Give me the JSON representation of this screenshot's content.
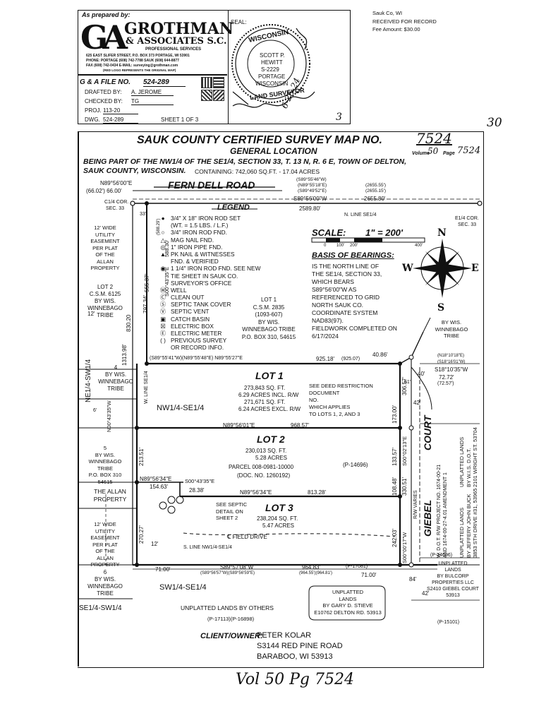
{
  "header": {
    "prepared_by": "As prepared by:",
    "logo_letters": "GA",
    "firm_name_1": "GROTHMAN",
    "firm_name_2": "& ASSOCIATES S.C.",
    "firm_sub": "PROFESSIONAL SERVICES",
    "addr1": "625 EAST SLIFER STREET, P.O. BOX 373 PORTAGE, WI 53901",
    "addr2": "PHONE: PORTAGE (608) 742-7788 SAUK (608) 644-8877",
    "addr3": "FAX (608) 742-0434 E-MAIL: surveying@grothman.com",
    "addr4": "(RED LOGO REPRESENTS THE ORIGINAL MAP)",
    "file_label": "G & A FILE NO.",
    "file_no": "524-289",
    "drafted_label": "DRAFTED BY:",
    "drafted_by": "A. JEROME",
    "checked_label": "CHECKED BY:",
    "checked_by": "TG",
    "proj_label": "PROJ.",
    "proj": "113-20",
    "dwg_label": "DWG.",
    "dwg": "524-289",
    "sheet": "SHEET 1 OF 3"
  },
  "seal": {
    "label": "SEAL:",
    "ring_top": "WISCONSIN",
    "ring_bottom": "LAND SURVEYOR",
    "name": "SCOTT P.",
    "surname": "HEWITT",
    "number": "S-2229",
    "city": "PORTAGE",
    "state": "WISCONSIN",
    "signed_date": "6-26-24",
    "mark_3": "3",
    "mark_30": "30"
  },
  "recording": {
    "county": "Sauk Co, WI",
    "received": "RECEIVED FOR RECORD",
    "fee": "Fee Amount: $30.00"
  },
  "title": {
    "main": "SAUK COUNTY CERTIFIED SURVEY MAP NO.",
    "csm_no": "7524",
    "sub": "GENERAL LOCATION",
    "volume_label": "Volume",
    "volume": "50",
    "page_label": "Page",
    "page": "7524",
    "desc1": "BEING PART OF THE NW1/4 OF THE SE1/4, SECTION 33, T. 13 N, R. 6 E, TOWN OF DELTON,",
    "desc2a": "SAUK COUNTY, WISCONSIN.",
    "desc2b": "CONTAINING: 742,060 SQ.FT. - 17.04 ACRES"
  },
  "legend": {
    "title": "LEGEND",
    "items": [
      {
        "sym": "●",
        "text": "3/4\" X 18\" IRON ROD SET"
      },
      {
        "sym": "",
        "text": "(WT. = 1.5 LBS. / L.F.)"
      },
      {
        "sym": "○",
        "text": "3/4\" IRON ROD FND."
      },
      {
        "sym": "△",
        "text": "MAG NAIL FND."
      },
      {
        "sym": "◎",
        "text": "1\" IRON PIPE FND."
      },
      {
        "sym": "▲",
        "text": "PK NAIL & WITNESSES"
      },
      {
        "sym": "",
        "text": "FND. & VERIFIED"
      },
      {
        "sym": "◉",
        "text": "1 1/4\" IRON ROD FND. SEE NEW"
      },
      {
        "sym": "",
        "text": "TIE SHEET IN SAUK CO."
      },
      {
        "sym": "",
        "text": "SURVEYOR'S OFFICE"
      },
      {
        "sym": "Ⓦ",
        "text": "WELL"
      },
      {
        "sym": "Ⓒ",
        "text": "CLEAN OUT"
      },
      {
        "sym": "Ⓢ",
        "text": "SEPTIC TANK COVER"
      },
      {
        "sym": "Ⓥ",
        "text": "SEPTIC VENT"
      },
      {
        "sym": "▣",
        "text": "CATCH BASIN"
      },
      {
        "sym": "☒",
        "text": "ELECTRIC BOX"
      },
      {
        "sym": "Ⓔ",
        "text": "ELECTRIC METER"
      },
      {
        "sym": "( )",
        "text": "PREVIOUS SURVEY"
      },
      {
        "sym": "",
        "text": "OR RECORD INFO."
      }
    ]
  },
  "scale": {
    "label": "SCALE:",
    "value": "1\" = 200'",
    "ticks": [
      "0",
      "100'",
      "200'",
      "400'"
    ]
  },
  "basis": {
    "title": "BASIS OF BEARINGS:",
    "lines": [
      "IS THE NORTH LINE OF",
      "THE SE1/4, SECTION 33,",
      "WHICH BEARS",
      "S89°56'00\"W AS",
      "REFERENCED TO GRID",
      "NORTH SAUK CO.",
      "COORDINATE SYSTEM",
      "NAD83(97)."
    ],
    "fieldwork": "FIELDWORK COMPLETED ON",
    "fieldwork_date": "6/17/2024"
  },
  "compass": {
    "n": "N",
    "s": "S",
    "e": "E",
    "w": "W"
  },
  "map_labels": {
    "road": "FERN DELL ROAD",
    "c14": "C1/4 COR.",
    "c14b": "SEC. 33",
    "e14": "E1/4 COR.",
    "e14b": "SEC. 33",
    "n_line": "N. LINE SE1/4",
    "top_brg": "N89°56'00\"E",
    "top_prev": "(66.02') 66.00'",
    "brg1": "(S89°55'46\"W)",
    "brg2": "(N89°55'18\"E)",
    "brg3": "(S89°49'52\"E)",
    "brg4": "S89°56'00\"W",
    "d1": "(2655.55')",
    "d2": "(2655.15')",
    "d3": "2655.80'",
    "d4": "2589.80'",
    "lot1": "LOT 1",
    "lot1_a": "273,843 SQ. FT.",
    "lot1_b": "6.29 ACRES INCL. R/W",
    "lot1_c": "271,671 SQ. FT.",
    "lot1_d": "6.24 ACRES EXCL. R/W",
    "lot2": "LOT 2",
    "lot2_a": "230,013 SQ. FT.",
    "lot2_b": "5.28 ACRES",
    "lot2_c": "PARCEL 008-0981-10000",
    "lot2_d": "(DOC. NO. 1260192)",
    "lot3": "LOT 3",
    "lot3_a": "238,204 SQ. FT.",
    "lot3_b": "5.47 ACRES",
    "restriction": [
      "SEE DEED RESTRICTION",
      "DOCUMENT",
      "NO.",
      "WHICH APPLIES",
      "TO LOTS 1, 2, AND 3"
    ],
    "csm2835": [
      "LOT 1",
      "C.S.M. 2835",
      "(1093-607)",
      "BY WIS.",
      "WINNEBAGO TRIBE",
      "P.O. BOX 310, 54615"
    ],
    "lot2_csm": [
      "LOT 2",
      "C.S.M. 6125",
      "BY WIS.",
      "WINNEBAGO",
      "TRIBE"
    ],
    "easement1": [
      "12' WIDE",
      "UTILITY",
      "EASEMENT",
      "PER PLAT",
      "OF THE",
      "ALLAN",
      "PROPERTY"
    ],
    "easement2": [
      "12' WIDE",
      "UTILITY",
      "EASEMENT",
      "PER PLAT",
      "OF THE",
      "ALLAN",
      "PROPERTY"
    ],
    "lot4": [
      "4",
      "BY WIS.",
      "WINNEBAGO",
      "TRIBE"
    ],
    "lot5": [
      "5",
      "BY WIS.",
      "WINNEBAGO",
      "TRIBE",
      "P.O. BOX 310",
      "54615"
    ],
    "lot6": [
      "6",
      "BY WIS.",
      "WINNEBAGO",
      "TRIBE"
    ],
    "allan": [
      "THE ALLAN",
      "PROPERTY"
    ],
    "ne_sw": "NE1/4-SW1/4",
    "se_sw": "SE1/4-SW1/4",
    "nw_se": "NW1/4-SE1/4",
    "sw_se": "SW1/4-SE1/4",
    "w_line": "W. LINE SE1/4",
    "s_line": "S. LINE NW1/4-SE1/4",
    "field_drive": "℄ FIELD DRIVE",
    "septic_note": [
      "SEE SEPTIC",
      "DETAIL ON",
      "SHEET 2"
    ],
    "lot1_s_brg": "N89°56'01\"E",
    "lot1_s_dist": "968.57'",
    "lot1_n_brg": "(S89°55'41\"W)(N89°55'48\"E) N89°55'27\"E",
    "lot1_n_dist": "925.18'",
    "lot1_n_prev": "(925.07)",
    "lot2_brg1": "N89°56'34\"E",
    "lot2_d1": "154.63'",
    "lot2_brg2": "S00°43'35\"E",
    "lot2_d2": "28.38'",
    "lot2_brg3": "N89°56'34\"E",
    "lot2_d3": "813.28'",
    "bottom_brg": "S89°57'08\"W",
    "bottom_dist": "964.83'",
    "bottom_prev": "(P-17081)",
    "bottom_prev2": "(S89°56'57\"W)(S89°56'59\"E)",
    "bottom_prev3": "(964.55')(964.81')",
    "d71a": "71.00'",
    "d71b": "71.00'",
    "west_brg": "S00°43'35\"E",
    "west_d1": "588.30'",
    "west_d1p": "(588.29')",
    "west_d2": "555.37'",
    "west_d3": "797.34'",
    "west_d4": "830.20",
    "west_d5": "1313.98'",
    "west_d6": "213.51'",
    "west_d7": "270.27'",
    "west_brg2": "N00°43'35\"W",
    "east_d1": "306.57'",
    "east_d2": "173.00'",
    "east_d3": "133.57'",
    "east_d4": "108.48'",
    "east_d5": "330.51'",
    "east_d6": "242.03'",
    "east_brg": "S00°00'17\"W",
    "east_brg2": "S00°02'13\"E",
    "east_tie": "40.86'",
    "east_brg3": "S18°10'35\"W",
    "east_d7": "72.72'",
    "east_d7p": "(72.57')",
    "east_prev": "(N18°10'18\"E)",
    "east_prev2": "(S18°16'01\"W)",
    "d12a": "12'",
    "d12b": "12'",
    "d42a": "42'",
    "d42b": "42'",
    "d40": "40'",
    "d84": "84'",
    "d51": "51'",
    "d6": "6'",
    "d33": "33'",
    "p14696a": "(P-14696)",
    "p14696b": "(P-14696)",
    "p15101": "(P-15101)",
    "p17113": "(P-17113)(P-16898)",
    "giebel": "GIEBEL",
    "court": "COURT",
    "rw_varies": "R/W VARIES",
    "wis_tribe_e": [
      "BY WIS.",
      "WINNEBAGO",
      "TRIBE"
    ],
    "unplatted_e1": [
      "UNPLATTED LANDS",
      "BY W.I.S. D.O.T.",
      "2101 WRIGHT ST. 53704"
    ],
    "dot_proj": [
      "W. D.O.T. R/W PROJECT NO. 1674-00-21",
      "AND 1674-00-27-4.01 AMENDMENT 1"
    ],
    "unplatted_e2": [
      "UNPLATTED LANDS",
      "BY JEFFERY JOHN BUCK",
      "3853 STH DRIVE #31, 53965"
    ],
    "unplatted_bulcorp": [
      "UNPLATTED",
      "LANDS",
      "BY BULCORP",
      "PROPERTIES LLC",
      "S2410 GIEBEL COURT",
      "53913"
    ],
    "unplatted_stieve": [
      "UNPLATTED",
      "LANDS",
      "BY GARY D. STIEVE",
      "E10762 DELTON RD. 53913"
    ],
    "unplatted_others": "UNPLATTED LANDS BY OTHERS"
  },
  "client": {
    "label": "CLIENT/OWNER:",
    "name": "PETER KOLAR",
    "addr1": "S3144 RED PINE ROAD",
    "addr2": "BARABOO, WI 53913"
  },
  "footer": {
    "handwritten": "Vol 50 Pg 7524"
  }
}
